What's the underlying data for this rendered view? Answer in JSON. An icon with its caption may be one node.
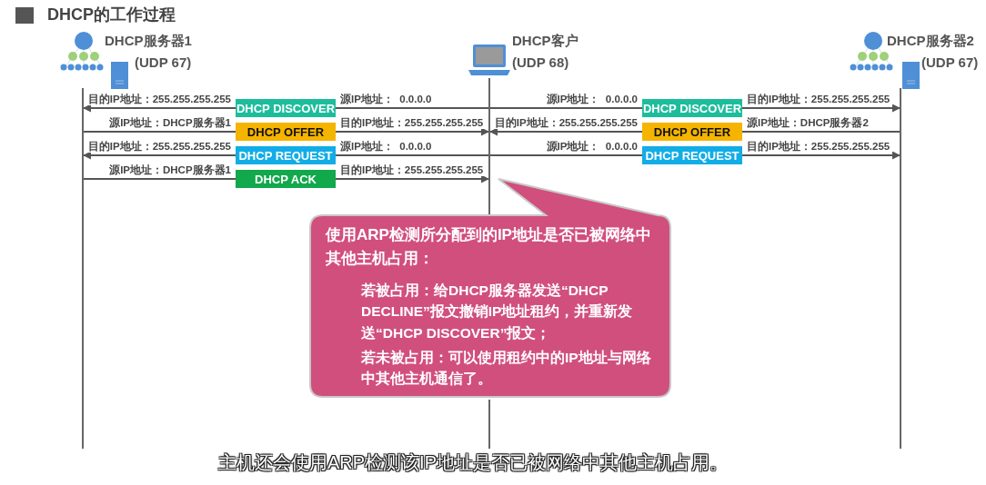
{
  "diagram": {
    "title": "DHCP的工作过程",
    "caption": "主机还会使用ARP检测该IP地址是否已被网络中其他主机占用。",
    "nodes": [
      {
        "text": [
          "DHCP服务器1",
          "(UDP 67)"
        ]
      },
      {
        "text": [
          "DHCP客户",
          "(UDP 68)"
        ]
      },
      {
        "text": [
          "DHCP服务器2",
          "(UDP 67)"
        ]
      },
      {
        "text": [
          "DHCP DISCOVER"
        ]
      },
      {
        "text": [
          "DHCP OFFER"
        ]
      },
      {
        "text": [
          "DHCP REQUEST"
        ]
      },
      {
        "text": [
          "DHCP ACK"
        ]
      },
      {
        "text": [
          "DHCP DISCOVER"
        ]
      },
      {
        "text": [
          "DHCP OFFER"
        ]
      },
      {
        "text": [
          "DHCP REQUEST"
        ]
      },
      {
        "text": [
          "使用ARP检测所分配到的IP地址是否已被网络中其他主机占用：",
          "若被占用：给DHCP服务器发送“DHCP DECLINE”报文撤销IP地址租约，并重新发送“DHCP DISCOVER”报文；",
          "若未被占用：可以使用租约中的IP地址与网络中其他主机通信了。"
        ]
      }
    ],
    "edges": [
      {
        "from": 1,
        "to": 3,
        "arrow": "none",
        "label": "源IP地址：  0.0.0.0"
      },
      {
        "from": 3,
        "to": 0,
        "arrow": "to",
        "label": "目的IP地址：255.255.255.255"
      },
      {
        "from": 0,
        "to": 4,
        "arrow": "none",
        "label": "源IP地址：DHCP服务器1"
      },
      {
        "from": 4,
        "to": 1,
        "arrow": "to",
        "label": "目的IP地址：255.255.255.255"
      },
      {
        "from": 1,
        "to": 5,
        "arrow": "none",
        "label": "源IP地址：  0.0.0.0"
      },
      {
        "from": 5,
        "to": 0,
        "arrow": "to",
        "label": "目的IP地址：255.255.255.255"
      },
      {
        "from": 0,
        "to": 6,
        "arrow": "none",
        "label": "源IP地址：DHCP服务器1"
      },
      {
        "from": 6,
        "to": 1,
        "arrow": "to",
        "label": "目的IP地址：255.255.255.255"
      },
      {
        "from": 1,
        "to": 7,
        "arrow": "none",
        "label": "源IP地址：  0.0.0.0"
      },
      {
        "from": 7,
        "to": 2,
        "arrow": "to",
        "label": "目的IP地址：255.255.255.255"
      },
      {
        "from": 2,
        "to": 8,
        "arrow": "none",
        "label": "源IP地址：DHCP服务器2"
      },
      {
        "from": 8,
        "to": 1,
        "arrow": "to",
        "label": "目的IP地址：255.255.255.255"
      },
      {
        "from": 1,
        "to": 9,
        "arrow": "none",
        "label": "源IP地址：  0.0.0.0"
      },
      {
        "from": 9,
        "to": 2,
        "arrow": "to",
        "label": "目的IP地址：255.255.255.255"
      }
    ]
  }
}
